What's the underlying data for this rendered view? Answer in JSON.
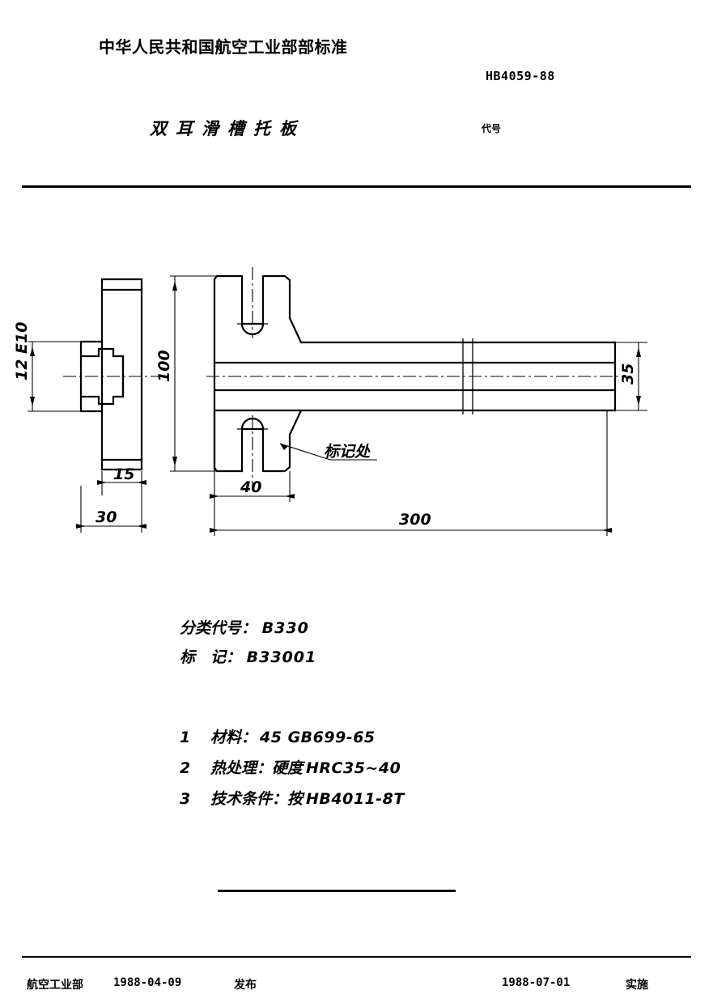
{
  "header": {
    "standard_org_title": "中华人民共和国航空工业部部标准",
    "standard_number": "HB4059-88",
    "part_name": "双耳滑槽托板",
    "code_label": "代号"
  },
  "drawing": {
    "annotation_marking": "标记处",
    "dimensions": {
      "width_12": "12 E10",
      "thickness_15": "15",
      "depth_30": "30",
      "height_100": "100",
      "ear_span_40": "40",
      "rail_35": "35",
      "length_300": "300"
    }
  },
  "codes": {
    "class_code_label": "分类代号",
    "class_code_value": "B330",
    "mark_label": "标　记",
    "mark_value": "B33001",
    "colon": "："
  },
  "notes": [
    {
      "num": "1",
      "label": "材料：",
      "value": "45  GB699-65"
    },
    {
      "num": "2",
      "label": "热处理：硬度",
      "value": "HRC35~40"
    },
    {
      "num": "3",
      "label": "技术条件：按",
      "value": "HB4011-8T"
    }
  ],
  "footer": {
    "issuer": "航空工业部",
    "issue_date": "1988-04-09",
    "issue_word": "发布",
    "effective_date": "1988-07-01",
    "effective_word": "实施"
  },
  "colors": {
    "ink": "#000000",
    "paper": "#ffffff"
  }
}
